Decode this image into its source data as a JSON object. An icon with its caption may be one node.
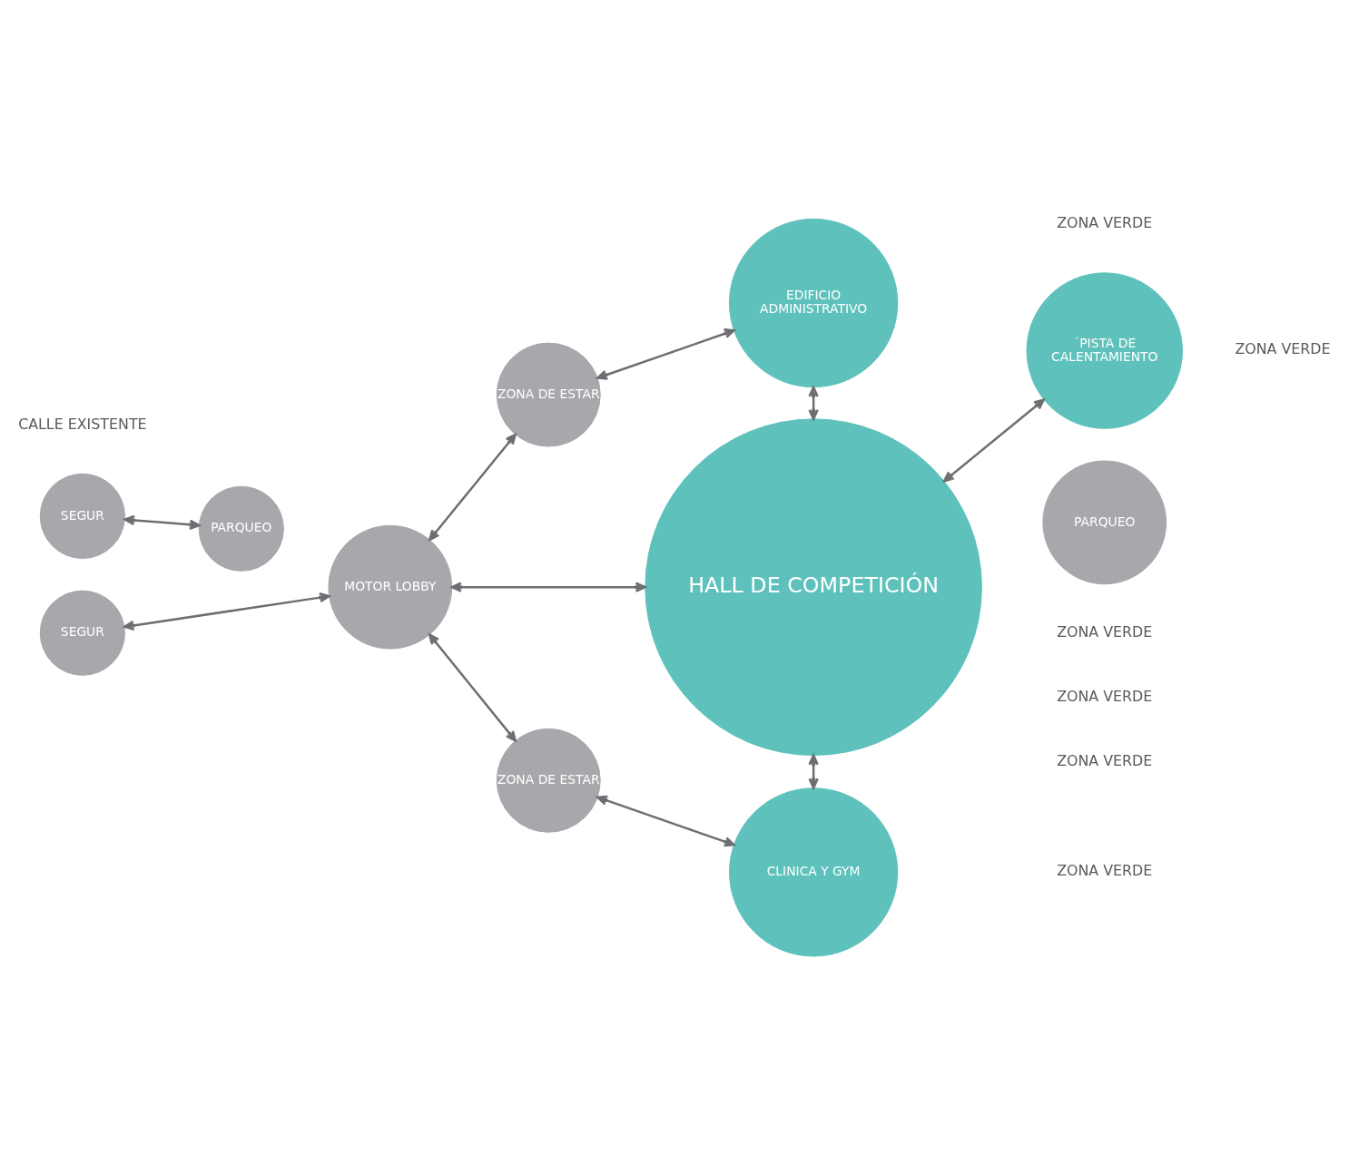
{
  "diagram": {
    "nodes": [
      {
        "text": [
          "EDIFICIO ADMINISTRATIVO"
        ]
      },
      {
        "text": [
          "ZONA DE ESTAR"
        ]
      },
      {
        "text": [
          "PARQUEO"
        ]
      },
      {
        "text": [
          "SEGUR"
        ]
      },
      {
        "text": [
          "MOTOR LOBBY"
        ]
      },
      {
        "text": [
          "HALL DE COMPETICIÓN"
        ]
      },
      {
        "text": [
          "´PISTA DE CALENTAMIENTO"
        ]
      },
      {
        "text": [
          "SEGUR"
        ]
      },
      {
        "text": [
          "ZONA DE ESTAR"
        ]
      },
      {
        "text": [
          "PARQUEO"
        ]
      },
      {
        "text": [
          "CLINICA Y GYM"
        ]
      }
    ],
    "edges": [
      {
        "from": 1,
        "to": 0,
        "arrow": "both"
      },
      {
        "from": 0,
        "to": 5,
        "arrow": "both"
      },
      {
        "from": 4,
        "to": 1,
        "arrow": "both"
      },
      {
        "from": 3,
        "to": 2,
        "arrow": "both"
      },
      {
        "from": 4,
        "to": 5,
        "arrow": "both"
      },
      {
        "from": 5,
        "to": 6,
        "arrow": "both"
      },
      {
        "from": 7,
        "to": 4,
        "arrow": "both"
      },
      {
        "from": 4,
        "to": 8,
        "arrow": "both"
      },
      {
        "from": 5,
        "to": 10,
        "arrow": "both"
      },
      {
        "from": 8,
        "to": 10,
        "arrow": "both"
      }
    ],
    "labels": [
      "ZONA VERDE",
      "ZONA VERDE",
      "ZONA VERDE",
      "CALLE EXISTENTE",
      "ZONA VERDE",
      "ZONA VERDE",
      "ZONA VERDE"
    ]
  }
}
